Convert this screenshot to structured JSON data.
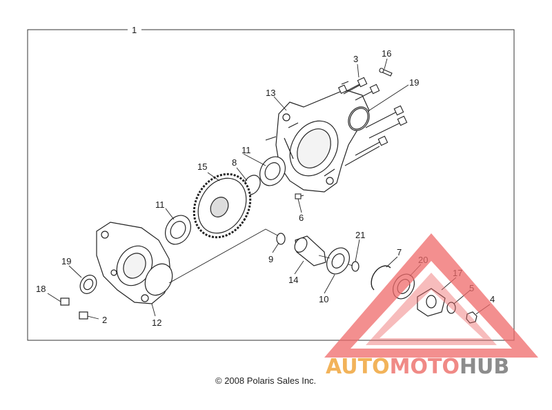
{
  "diagram": {
    "assembly_callout": "1",
    "callouts": {
      "c2": "2",
      "c3": "3",
      "c4": "4",
      "c5": "5",
      "c6": "6",
      "c7": "7",
      "c8": "8",
      "c9": "9",
      "c10": "10",
      "c11a": "11",
      "c11b": "11",
      "c12": "12",
      "c13": "13",
      "c14": "14",
      "c15": "15",
      "c16": "16",
      "c17": "17",
      "c18": "18",
      "c19a": "19",
      "c19b": "19",
      "c20": "20",
      "c21": "21"
    },
    "copyright": "© 2008 Polaris Sales Inc."
  },
  "watermark": {
    "part1": "AUTO",
    "part2": "MOTO",
    "part3": "HUB",
    "colors": {
      "auto": "#f2b35a",
      "moto": "#f08a86",
      "hub": "#8c8c8c",
      "triangle": "#ef6a6a"
    }
  }
}
